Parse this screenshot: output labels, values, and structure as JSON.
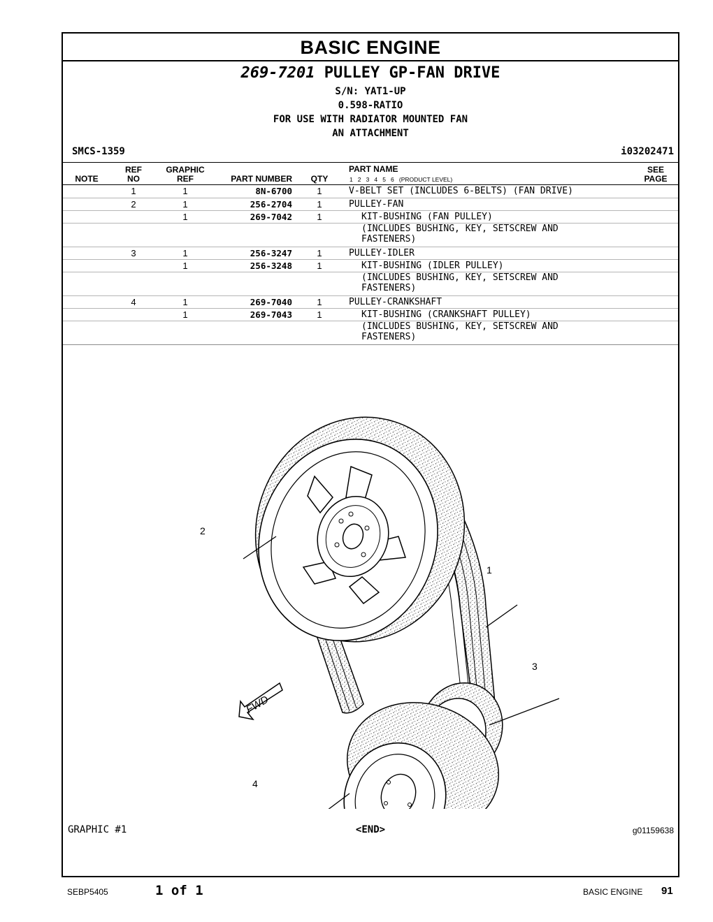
{
  "section_title": "BASIC ENGINE",
  "group": {
    "part_number": "269-7201",
    "name": "PULLEY GP-FAN DRIVE",
    "lines": [
      "S/N: YAT1-UP",
      "0.598-RATIO",
      "FOR USE WITH RADIATOR MOUNTED FAN",
      "AN ATTACHMENT"
    ]
  },
  "smcs": "SMCS-1359",
  "illustration_id": "i03202471",
  "headers": {
    "note": "NOTE",
    "ref_top": "REF",
    "ref_bottom": "NO",
    "graphic_top": "GRAPHIC",
    "graphic_bottom": "REF",
    "part_number": "PART NUMBER",
    "qty": "QTY",
    "part_name": "PART NAME",
    "product_level": "1   2   3   4   5   6   (PRODUCT LEVEL)",
    "see_top": "SEE",
    "see_bottom": "PAGE"
  },
  "rows": [
    {
      "ref": "1",
      "gref": "1",
      "pn": "8N-6700",
      "qty": "1",
      "name": "V-BELT SET (INCLUDES 6-BELTS) (FAN DRIVE)"
    },
    {
      "ref": "2",
      "gref": "1",
      "pn": "256-2704",
      "qty": "1",
      "name": "PULLEY-FAN"
    },
    {
      "ref": "",
      "gref": "1",
      "pn": "269-7042",
      "qty": "1",
      "name": "KIT-BUSHING (FAN PULLEY)",
      "note": "(INCLUDES BUSHING, KEY, SETSCREW AND\nFASTENERS)"
    },
    {
      "ref": "3",
      "gref": "1",
      "pn": "256-3247",
      "qty": "1",
      "name": "PULLEY-IDLER"
    },
    {
      "ref": "",
      "gref": "1",
      "pn": "256-3248",
      "qty": "1",
      "name": "KIT-BUSHING (IDLER PULLEY)",
      "note": "(INCLUDES BUSHING, KEY, SETSCREW AND\nFASTENERS)"
    },
    {
      "ref": "4",
      "gref": "1",
      "pn": "269-7040",
      "qty": "1",
      "name": "PULLEY-CRANKSHAFT"
    },
    {
      "ref": "",
      "gref": "1",
      "pn": "269-7043",
      "qty": "1",
      "name": "KIT-BUSHING (CRANKSHAFT PULLEY)",
      "note": "(INCLUDES BUSHING, KEY, SETSCREW AND\nFASTENERS)"
    }
  ],
  "callouts": [
    "1",
    "2",
    "3",
    "4"
  ],
  "fwd_label": "FWD",
  "graphic_label": "GRAPHIC #1",
  "end_mark": "<END>",
  "graphic_number": "g01159638",
  "footer": {
    "doc_id": "SEBP5405",
    "page_of": "1 of 1",
    "section": "BASIC ENGINE",
    "page_number": "91"
  }
}
